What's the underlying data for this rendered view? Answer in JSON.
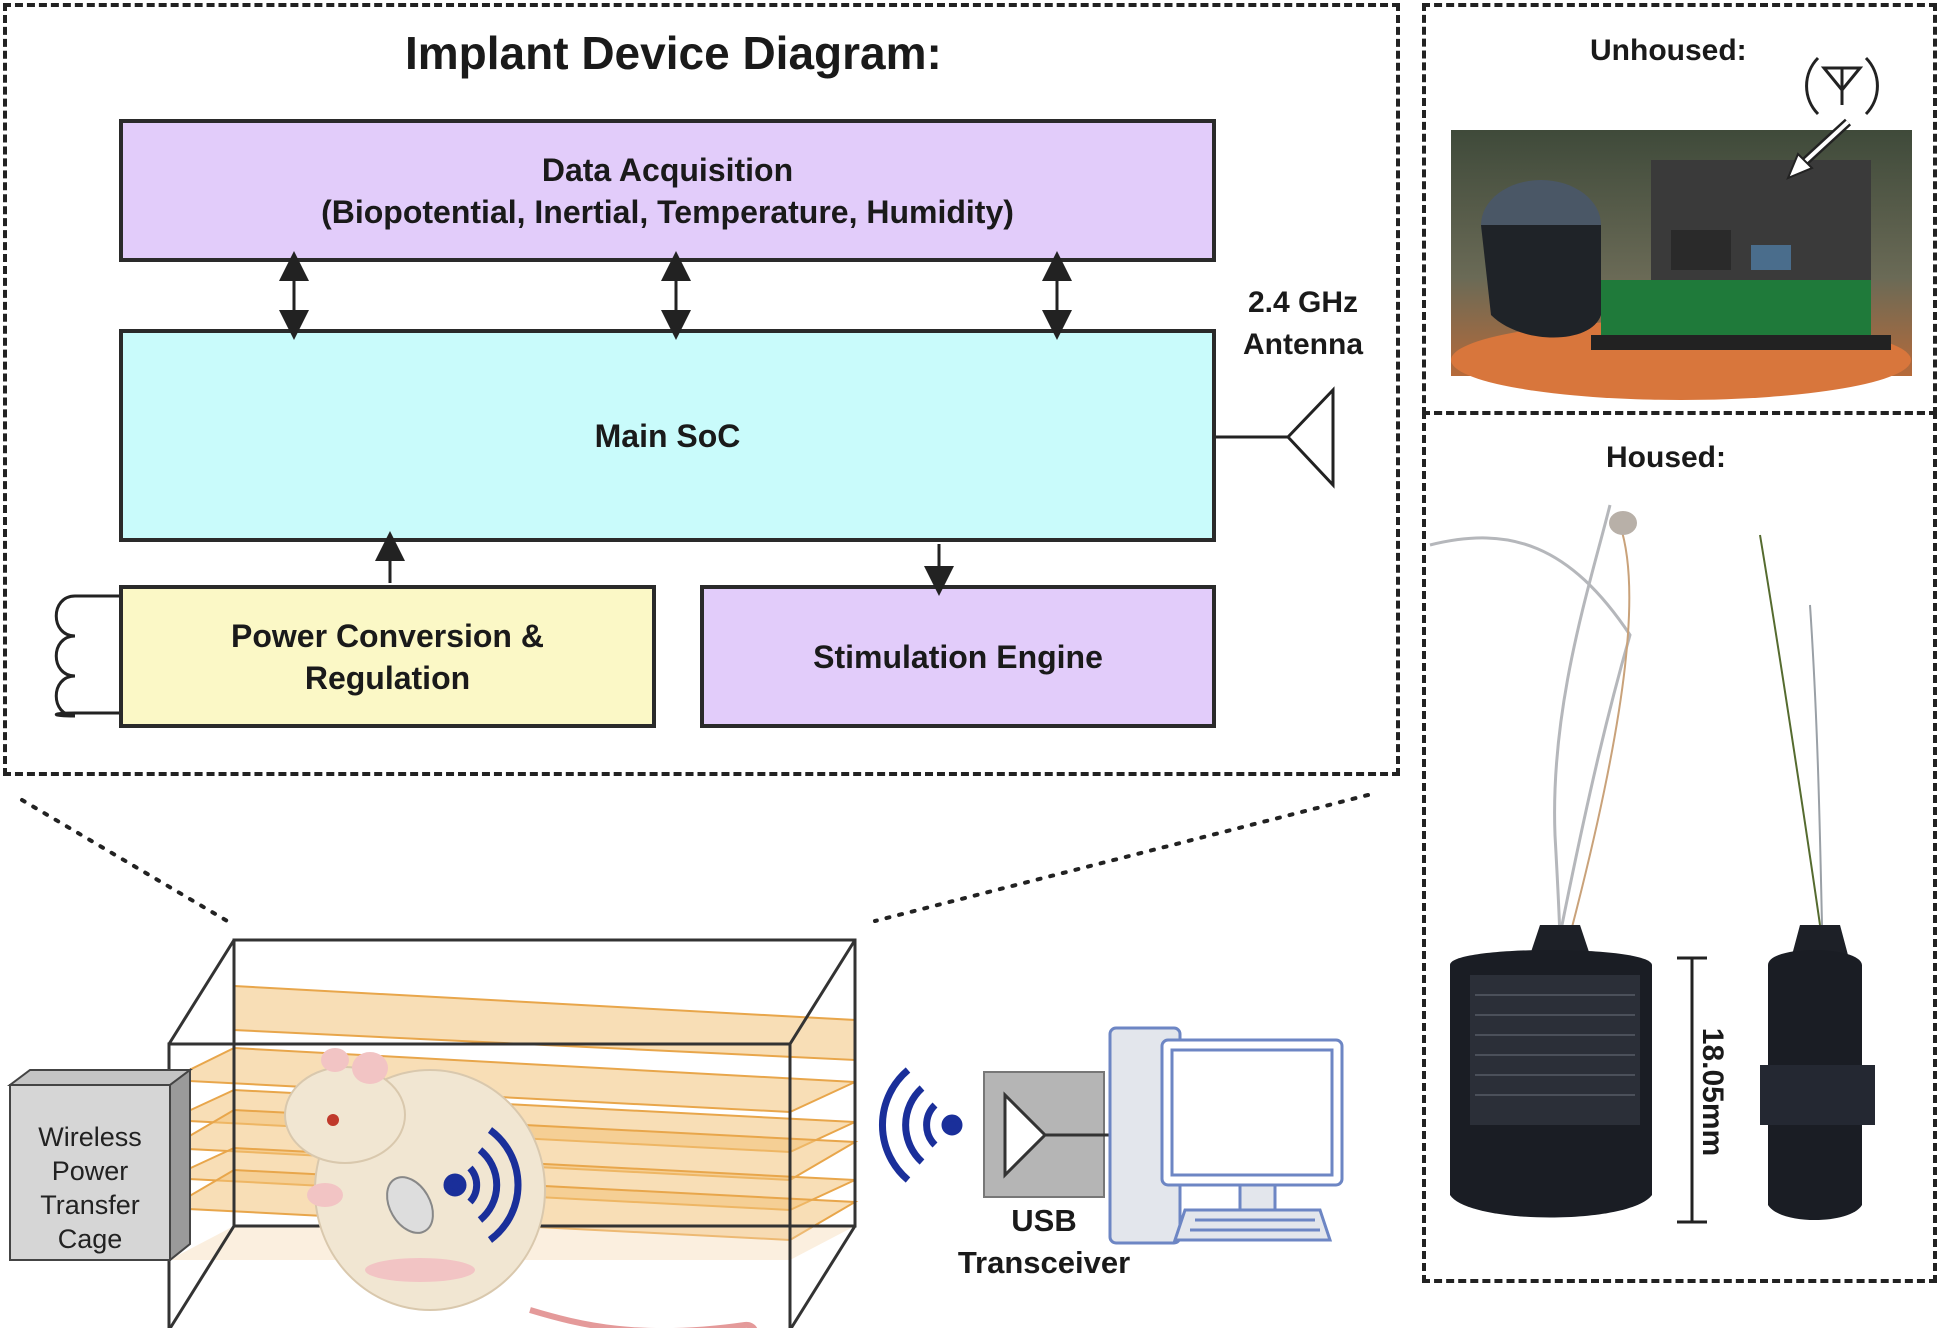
{
  "diagram": {
    "title": "Implant Device Diagram:",
    "blocks": {
      "data_acquisition": {
        "line1": "Data Acquisition",
        "line2": "(Biopotential, Inertial, Temperature, Humidity)"
      },
      "main_soc": "Main SoC",
      "power": {
        "line1": "Power Conversion &",
        "line2": "Regulation"
      },
      "stimulation": "Stimulation Engine"
    },
    "antenna": {
      "line1": "2.4 GHz",
      "line2": "Antenna"
    }
  },
  "setup": {
    "wireless_power": [
      "Wireless",
      "Power",
      "Transfer",
      "Cage"
    ],
    "usb": {
      "line1": "USB",
      "line2": "Transceiver"
    }
  },
  "photos": {
    "unhoused_label": "Unhoused:",
    "housed_label": "Housed:",
    "scale_label": "18.05mm"
  },
  "colors": {
    "data_acq_fill": "#e2ccfa",
    "soc_fill": "#c9fbfb",
    "power_fill": "#fbf8c6",
    "stim_fill": "#e2ccfa",
    "wifi_blue": "#1a2f9a",
    "cage_orange": "#f3c27a"
  }
}
